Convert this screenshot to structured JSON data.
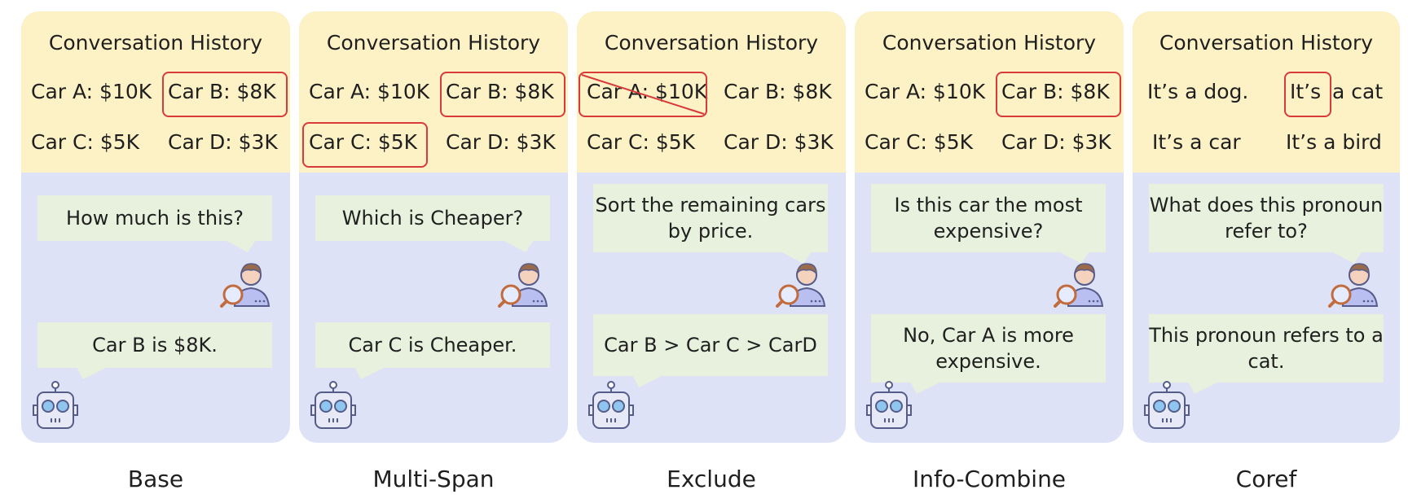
{
  "history_title": "Conversation History",
  "panels": [
    {
      "label": "Base",
      "cells": [
        "Car A: $10K",
        "Car B: $8K",
        "Car C: $5K",
        "Car D: $3K"
      ],
      "question": "How much is this?",
      "answer": "Car B is $8K."
    },
    {
      "label": "Multi-Span",
      "cells": [
        "Car A: $10K",
        "Car B: $8K",
        "Car C: $5K",
        "Car D: $3K"
      ],
      "question": "Which is Cheaper?",
      "answer": "Car C is Cheaper."
    },
    {
      "label": "Exclude",
      "cells": [
        "Car A: $10K",
        "Car B: $8K",
        "Car C: $5K",
        "Car D: $3K"
      ],
      "question": "Sort the remaining cars by price.",
      "answer": "Car B > Car C > CarD"
    },
    {
      "label": "Info-Combine",
      "cells": [
        "Car A: $10K",
        "Car B: $8K",
        "Car C: $5K",
        "Car D: $3K"
      ],
      "question": "Is this car the most expensive?",
      "answer": "No, Car A is more expensive."
    },
    {
      "label": "Coref",
      "cells": [
        "It’s a dog.",
        "It’s",
        "a cat",
        "It’s a car",
        "It’s a bird"
      ],
      "question": "What does this pronoun refer to?",
      "answer": "This pronoun refers to a cat."
    }
  ],
  "colors": {
    "history_bg": "#fdf1c6",
    "chat_bg": "#dde2f6",
    "bubble_bg": "#e7f1dd",
    "highlight": "#d93a3a"
  },
  "icons": [
    "user-search-icon",
    "robot-icon"
  ]
}
